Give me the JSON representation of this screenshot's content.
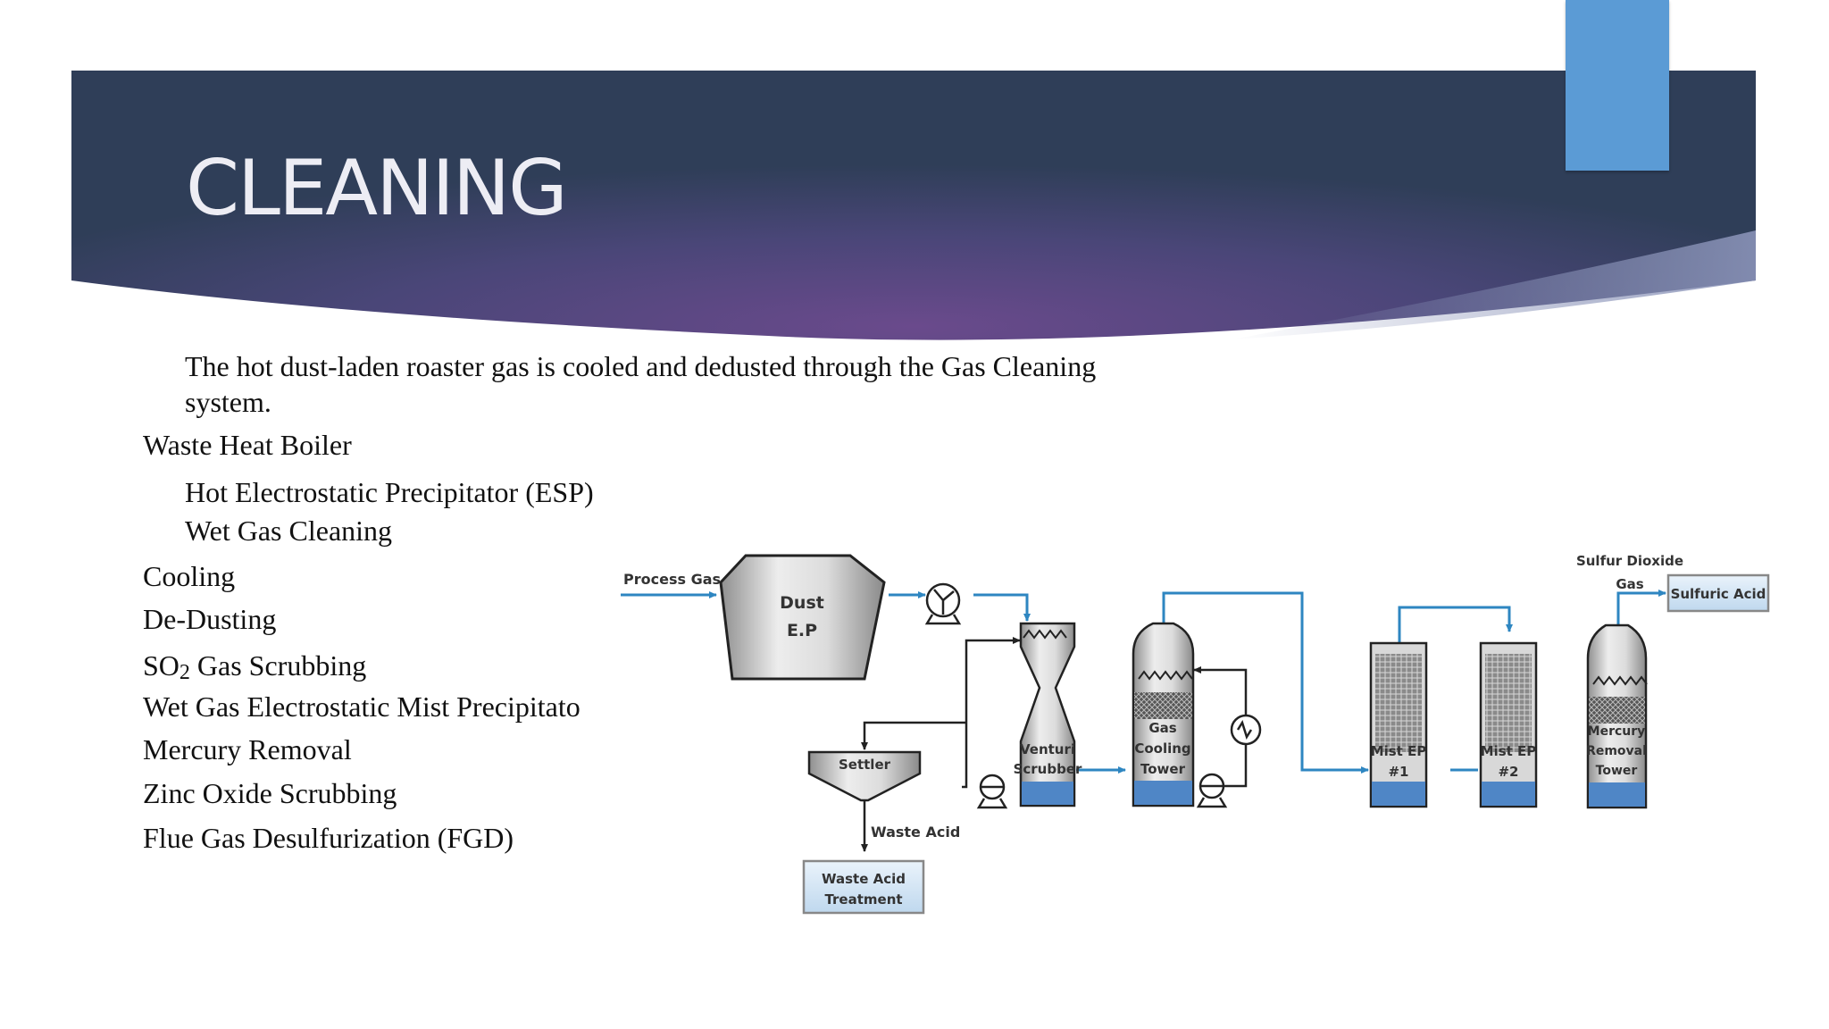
{
  "slide": {
    "title": "CLEANING",
    "intro": "The hot dust-laden roaster gas is cooled and dedusted through the Gas Cleaning system.",
    "bullets": [
      {
        "text": "Waste Heat Boiler"
      },
      {
        "text": "Hot Electrostatic Precipitator (ESP)"
      },
      {
        "text": "Wet Gas Cleaning"
      },
      {
        "text": "Cooling"
      },
      {
        "text": "De-Dusting"
      },
      {
        "text": "SO",
        "sub": "2",
        "rest": " Gas Scrubbing"
      },
      {
        "text": "Wet Gas Electrostatic Mist Precipitato"
      },
      {
        "text": "Mercury Removal"
      },
      {
        "text": "Zinc Oxide Scrubbing"
      },
      {
        "text": "Flue Gas Desulfurization (FGD)"
      }
    ]
  },
  "diagram": {
    "process_gas": "Process Gas",
    "dust_ep_1": "Dust",
    "dust_ep_2": "E.P",
    "venturi_1": "Venturi",
    "venturi_2": "Scrubber",
    "settler": "Settler",
    "waste_acid": "Waste Acid",
    "waste_treatment_1": "Waste Acid",
    "waste_treatment_2": "Treatment",
    "cooling_1": "Gas",
    "cooling_2": "Cooling",
    "cooling_3": "Tower",
    "mist1_1": "Mist EP",
    "mist1_2": "#1",
    "mist2_1": "Mist EP",
    "mist2_2": "#2",
    "mercury_1": "Mercury",
    "mercury_2": "Removal",
    "mercury_3": "Tower",
    "so2_1": "Sulfur Dioxide",
    "so2_2": "Gas",
    "sulfuric_acid": "Sulfuric Acid"
  },
  "colors": {
    "banner_dark": "#2F3E58",
    "banner_purple": "#6A4A8C",
    "accent": "#5B9BD5",
    "flow_line": "#2E86C1",
    "liquid": "#4F86C6"
  }
}
